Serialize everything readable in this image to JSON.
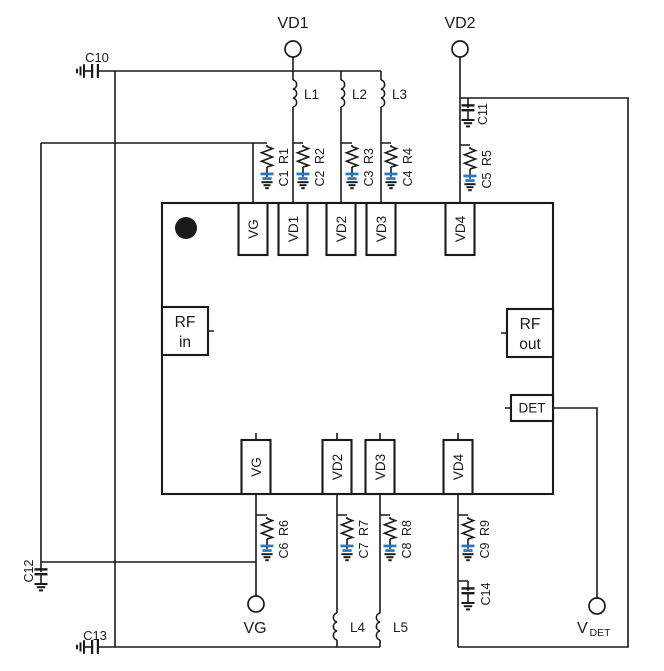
{
  "colors": {
    "wire": "#1a1a1a",
    "capacitor_accent": "#2878be",
    "background": "#ffffff"
  },
  "terminals": {
    "vd1": "VD1",
    "vd2": "VD2",
    "vg": "VG",
    "vdet_main": "V",
    "vdet_sub": "DET"
  },
  "ic": {
    "top_pins": [
      "VG",
      "VD1",
      "VD2",
      "VD3",
      "VD4"
    ],
    "bottom_pins": [
      "VG",
      "VD2",
      "VD3",
      "VD4"
    ],
    "rf_in": {
      "line1": "RF",
      "line2": "in"
    },
    "rf_out": {
      "line1": "RF",
      "line2": "out"
    },
    "det": "DET"
  },
  "refdes": {
    "L1": "L1",
    "L2": "L2",
    "L3": "L3",
    "L4": "L4",
    "L5": "L5",
    "R1": "R1",
    "R2": "R2",
    "R3": "R3",
    "R4": "R4",
    "R5": "R5",
    "R6": "R6",
    "R7": "R7",
    "R8": "R8",
    "R9": "R9",
    "C1": "C1",
    "C2": "C2",
    "C3": "C3",
    "C4": "C4",
    "C5": "C5",
    "C6": "C6",
    "C7": "C7",
    "C8": "C8",
    "C9": "C9",
    "C10": "C10",
    "C11": "C11",
    "C12": "C12",
    "C13": "C13",
    "C14": "C14"
  }
}
